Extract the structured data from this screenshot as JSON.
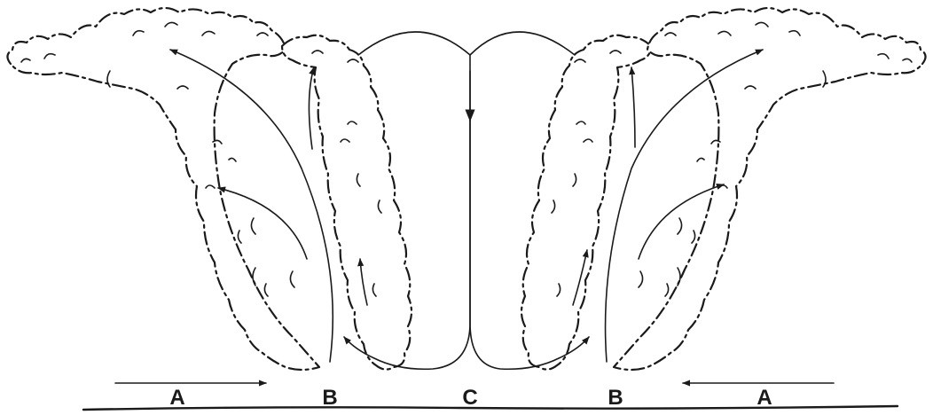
{
  "labels": {
    "a_left": "A",
    "b_left": "B",
    "c_center": "C",
    "b_right": "B",
    "a_right": "A"
  }
}
